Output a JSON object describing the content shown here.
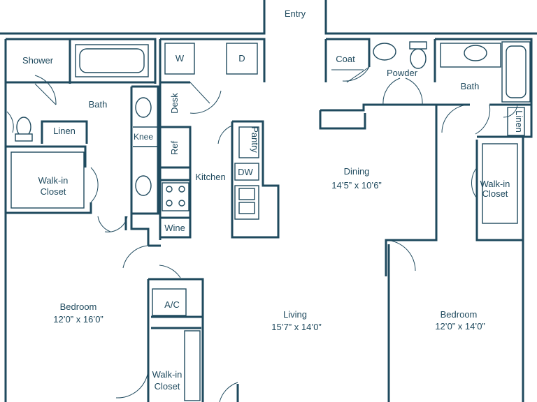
{
  "rooms": {
    "entry": "Entry",
    "shower": "Shower",
    "bath_left": "Bath",
    "linen_left": "Linen",
    "knee": "Knee",
    "walkin_left_1": "Walk-in",
    "walkin_left_2": "Closet",
    "washer": "W",
    "dryer": "D",
    "desk": "Desk",
    "ref": "Ref",
    "kitchen": "Kitchen",
    "pantry": "Pantry",
    "dw": "DW",
    "wine": "Wine",
    "coat": "Coat",
    "powder": "Powder",
    "bath_right": "Bath",
    "linen_right": "Linen",
    "walkin_right_1": "Walk-in",
    "walkin_right_2": "Closet",
    "dining": "Dining",
    "dining_dim": "14’5” x 10’6”",
    "bedroom_left": "Bedroom",
    "bedroom_left_dim": "12’0” x 16’0”",
    "ac": "A/C",
    "living": "Living",
    "living_dim": "15’7” x 14’0”",
    "bedroom_right": "Bedroom",
    "bedroom_right_dim": "12’0” x 14’0”",
    "walkin_bottom_1": "Walk-in",
    "walkin_bottom_2": "Closet"
  },
  "colors": {
    "line": "#1f4a5e",
    "background": "#ffffff"
  }
}
